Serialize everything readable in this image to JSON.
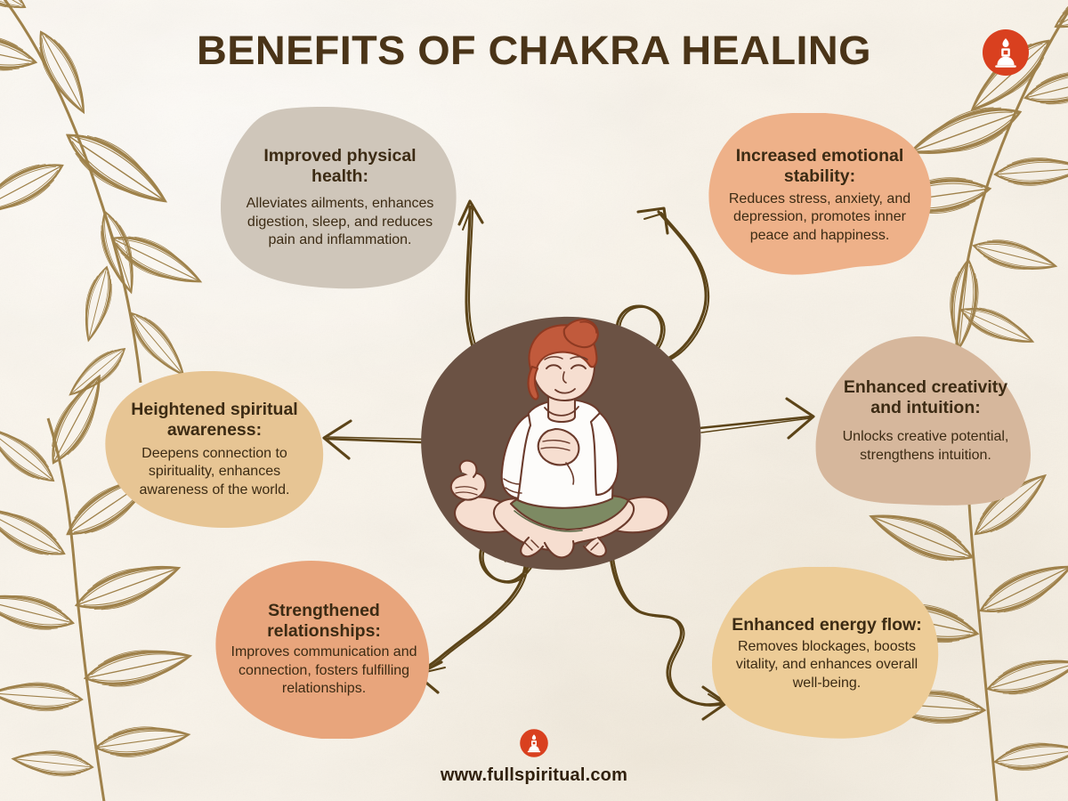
{
  "page": {
    "title": "BENEFITS OF CHAKRA HEALING",
    "background_color": "#faf5ec",
    "title_color": "#4a3418",
    "accent_color": "#d9401f",
    "leaf_color": "#9b7c43",
    "arrow_color": "#5c4418"
  },
  "brand": {
    "logo_icon": "meditation-lamp-icon",
    "logo_color": "#d9401f",
    "url": "www.fullspiritual.com"
  },
  "center": {
    "illustration_name": "meditating-woman-illustration",
    "blob_color": "#6b5244",
    "hair_color": "#c15a3c",
    "skin_color": "#f6ded0",
    "shirt_color": "#fdfcfa",
    "pants_color": "#7d8a63"
  },
  "benefits": [
    {
      "id": "improved-physical-health",
      "title": "Improved physical health:",
      "body": "Alleviates ailments, enhances digestion, sleep, and reduces pain and inflammation.",
      "color": "#cfc6ba",
      "position": "top-left"
    },
    {
      "id": "increased-emotional-stability",
      "title": "Increased emotional stability:",
      "body": "Reduces stress, anxiety, and depression, promotes inner peace and happiness.",
      "color": "#eeb189",
      "position": "top-right"
    },
    {
      "id": "enhanced-creativity-and-intuition",
      "title": "Enhanced creativity and intuition:",
      "body": "Unlocks creative potential, strengthens intuition.",
      "color": "#d6b79c",
      "position": "right"
    },
    {
      "id": "enhanced-energy-flow",
      "title": "Enhanced energy flow:",
      "body": "Removes blockages, boosts vitality, and enhances overall well-being.",
      "color": "#edcc97",
      "position": "bottom-right"
    },
    {
      "id": "strengthened-relationships",
      "title": "Strengthened relationships:",
      "body": "Improves communication and connection, fosters fulfilling relationships.",
      "color": "#e8a57c",
      "position": "bottom-left"
    },
    {
      "id": "heightened-spiritual-awareness",
      "title": "Heightened spiritual awareness:",
      "body": "Deepens connection to spirituality, enhances awareness of the world.",
      "color": "#e7c594",
      "position": "left"
    }
  ],
  "arrows": [
    {
      "id": "arrow-to-physical-health",
      "style": "curved",
      "direction": "up-left"
    },
    {
      "id": "arrow-to-emotional-stability",
      "style": "looped",
      "direction": "up-right"
    },
    {
      "id": "arrow-to-creativity",
      "style": "straight",
      "direction": "right"
    },
    {
      "id": "arrow-to-energy-flow",
      "style": "wavy",
      "direction": "down-right"
    },
    {
      "id": "arrow-to-relationships",
      "style": "looped",
      "direction": "down-left"
    },
    {
      "id": "arrow-to-spiritual-awareness",
      "style": "straight",
      "direction": "left"
    }
  ],
  "decorations": [
    {
      "id": "leaf-branch-top-left",
      "icon": "olive-branch-icon"
    },
    {
      "id": "leaf-branch-bottom-left",
      "icon": "olive-branch-icon"
    },
    {
      "id": "leaf-branch-top-right",
      "icon": "olive-branch-icon"
    },
    {
      "id": "leaf-branch-bottom-right",
      "icon": "olive-branch-icon"
    }
  ]
}
